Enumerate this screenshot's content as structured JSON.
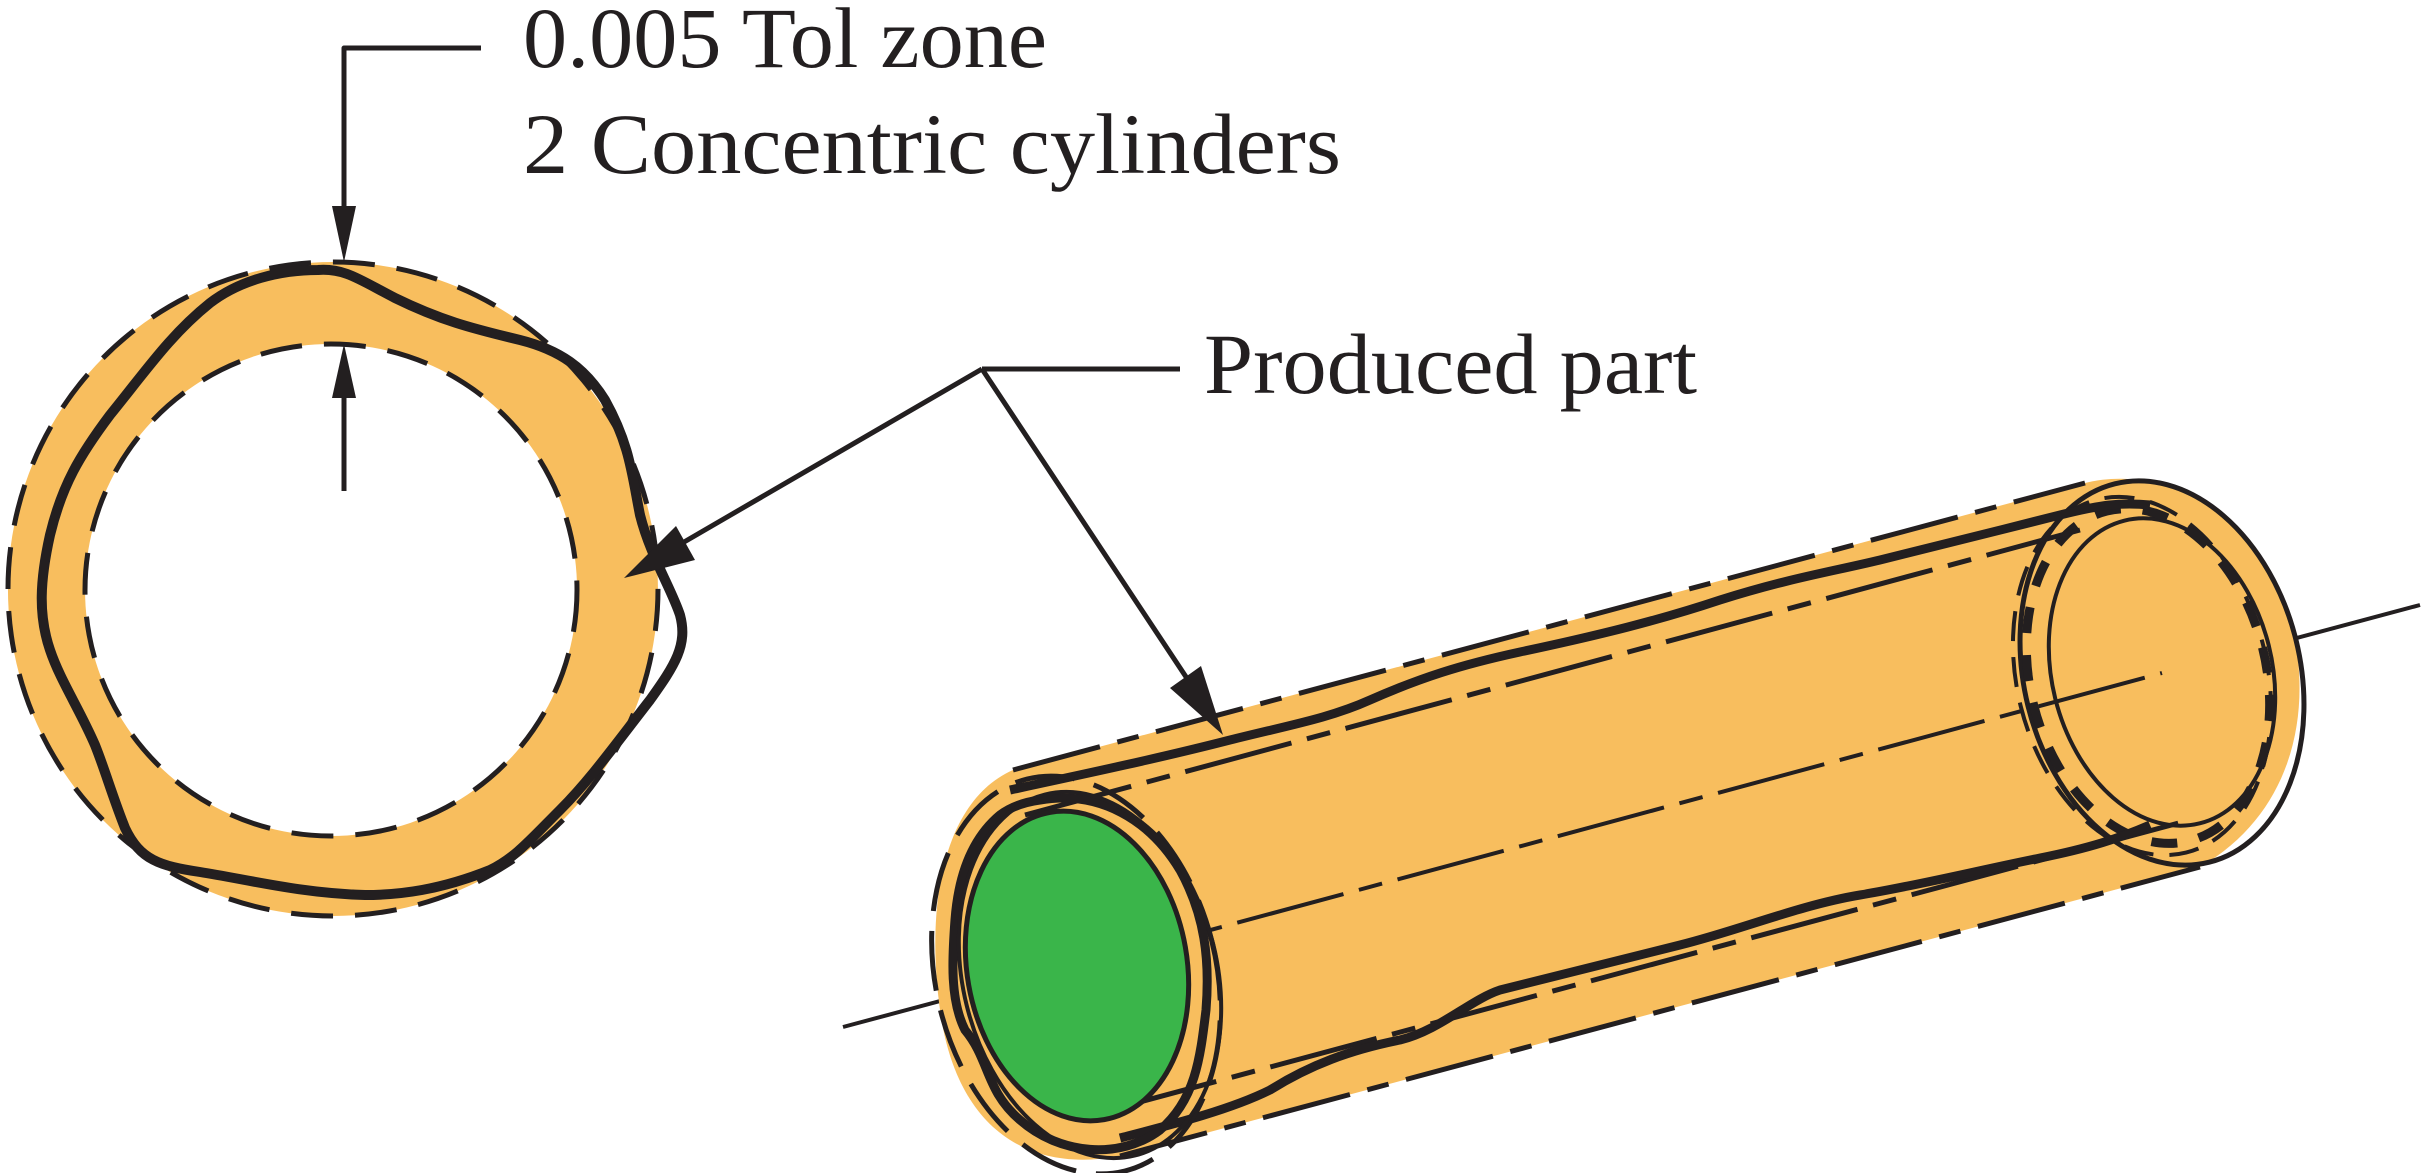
{
  "figure": {
    "title": "Cylindricity tolerance zone illustration",
    "labels": {
      "tol_zone_line1": "0.005 Tol zone",
      "tol_zone_line2": "2 Concentric cylinders",
      "produced_part": "Produced part"
    },
    "colors": {
      "tolerance_zone_fill": "#F8BE5E",
      "end_face_fill": "#3AB54A",
      "line_ink": "#231F20",
      "background": "#FFFFFF"
    },
    "views": [
      "cross-section",
      "isometric cylinder"
    ]
  }
}
